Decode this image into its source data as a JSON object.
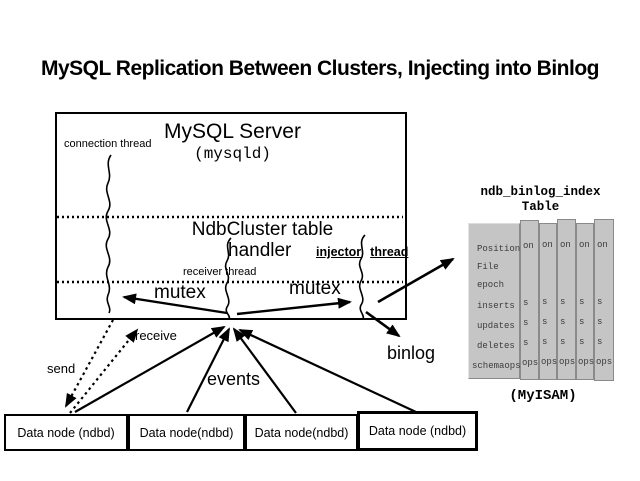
{
  "title": "MySQL Replication Between Clusters, Injecting into Binlog",
  "server": {
    "name": "MySQL Server",
    "process": "(mysqld)",
    "connection_thread": "connection thread",
    "handler_line1": "NdbCluster table",
    "handler_line2": "handler",
    "receiver_thread": "receiver thread",
    "injector_word1": "injector",
    "injector_word2": "thread",
    "mutex_left": "mutex",
    "mutex_right": "mutex"
  },
  "flow_labels": {
    "send": "send",
    "receive": "receive",
    "events": "events",
    "binlog": "binlog"
  },
  "binlog_index_table": {
    "title_line1": "ndb_binlog_index",
    "title_line2": "Table",
    "columns": [
      "Position",
      "File",
      "epoch",
      "inserts",
      "updates",
      "deletes",
      "schemaops"
    ],
    "stacked_tails": [
      "on",
      "",
      "",
      "s",
      "s",
      "s",
      "ops"
    ],
    "engine": "(MyISAM)"
  },
  "data_nodes": [
    "Data node (ndbd)",
    "Data node(ndbd)",
    "Data node(ndbd)",
    "Data node (ndbd)"
  ],
  "colors": {
    "ink": "#000000",
    "background": "#ffffff",
    "card_fill": "#c5c5c5",
    "card_border": "#8a8a8a",
    "card_text": "#3c3c3c"
  }
}
